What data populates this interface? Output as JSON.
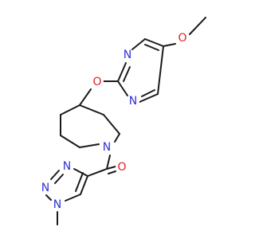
{
  "molecule": {
    "colors": {
      "bond": "#1a1a1a",
      "nitrogen": "#3030d8",
      "oxygen": "#e02020",
      "background": "#ffffff"
    },
    "labels": {
      "n_pyrimidine_top": "N",
      "n_pyrimidine_bottom": "N",
      "o_ether": "O",
      "o_methoxy": "O",
      "n_piperidine": "N",
      "o_carbonyl": "O",
      "n_triazole_3": "N",
      "n_triazole_2": "N",
      "n_triazole_1": "N"
    }
  }
}
